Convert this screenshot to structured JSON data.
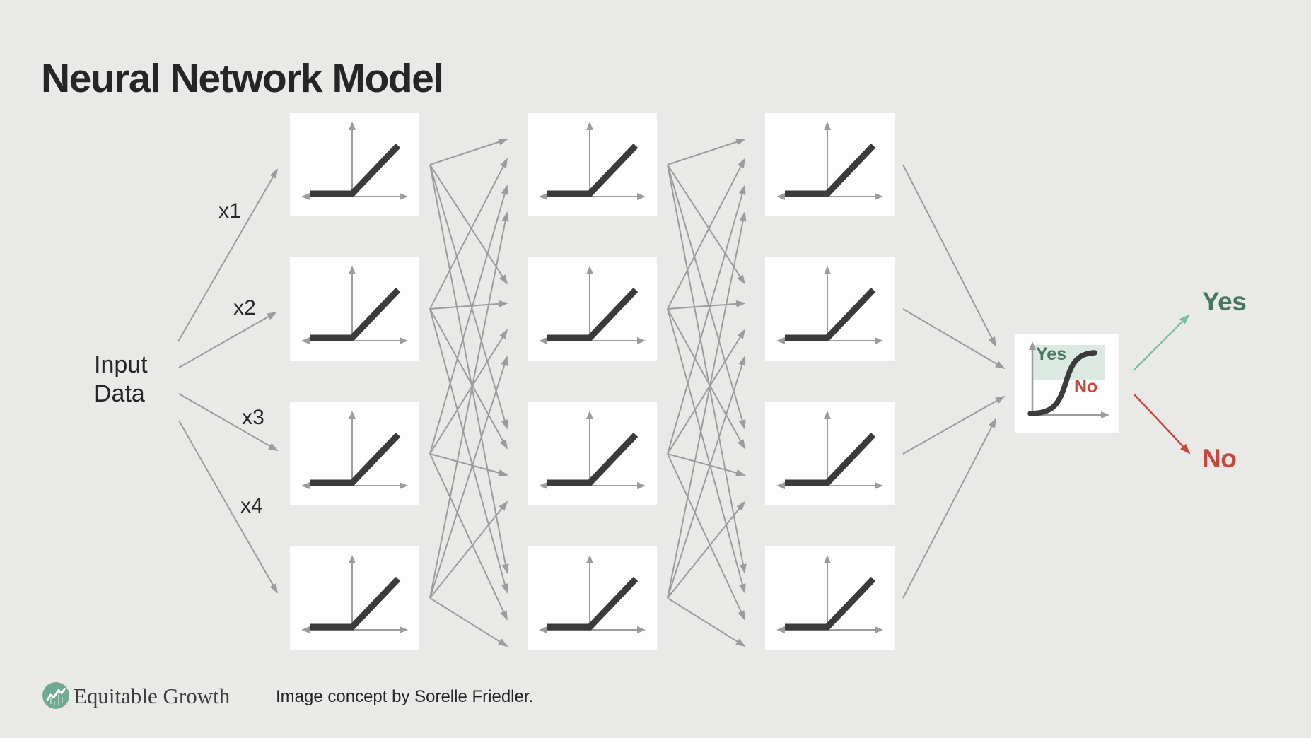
{
  "title": "Neural Network Model",
  "input": {
    "label_line1": "Input",
    "label_line2": "Data",
    "weights": [
      "x1",
      "x2",
      "x3",
      "x4"
    ]
  },
  "network": {
    "hidden_layers": 3,
    "nodes_per_layer": 4,
    "activation": "relu",
    "output_activation": "sigmoid"
  },
  "decision": {
    "yes_zone_label": "Yes",
    "no_zone_label": "No"
  },
  "outputs": {
    "yes": "Yes",
    "no": "No"
  },
  "footer": {
    "brand": "Equitable Growth",
    "credit": "Image concept by Sorelle Friedler."
  },
  "colors": {
    "background": "#e9e9e7",
    "node_bg": "#fdfdfd",
    "arrow": "#9c9c9c",
    "curve": "#3b3b3b",
    "text": "#262626",
    "yes_text": "#47785f",
    "yes_arrow": "#7ac0a0",
    "yes_zone": "#dce9e2",
    "no_color": "#c7473f",
    "logo_green": "#6faa92",
    "brand_text": "#3d3d3d"
  }
}
